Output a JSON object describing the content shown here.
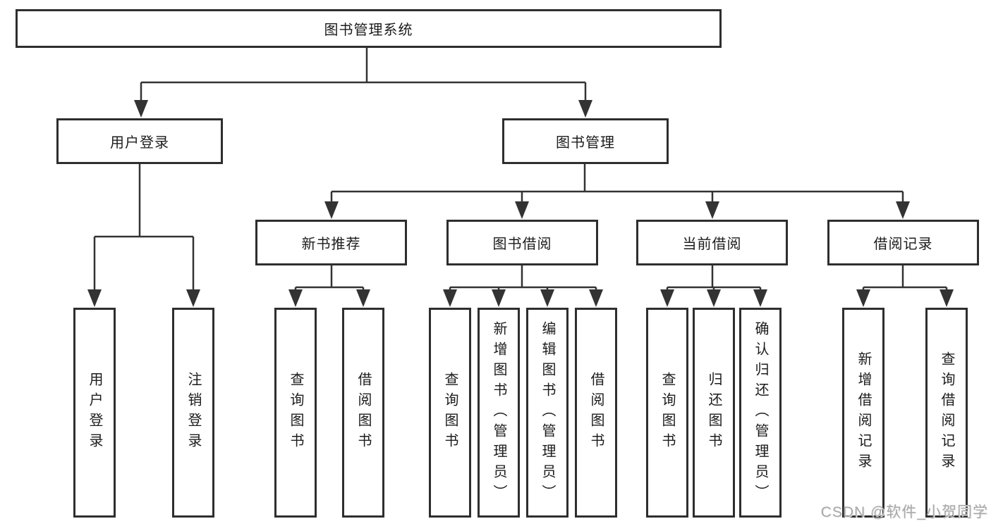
{
  "tree": {
    "root": "图书管理系统",
    "branches": [
      {
        "label": "用户登录",
        "children": [
          "用户登录",
          "注销登录"
        ]
      },
      {
        "label": "图书管理",
        "groups": [
          {
            "label": "新书推荐",
            "children": [
              "查询图书",
              "借阅图书"
            ]
          },
          {
            "label": "图书借阅",
            "children": [
              "查询图书",
              "新增图书（管理员）",
              "编辑图书（管理员）",
              "借阅图书"
            ]
          },
          {
            "label": "当前借阅",
            "children": [
              "查询图书",
              "归还图书",
              "确认归还（管理员）"
            ]
          },
          {
            "label": "借阅记录",
            "children": [
              "新增借阅记录",
              "查询借阅记录"
            ]
          }
        ]
      }
    ]
  },
  "watermark": {
    "text": "CSDN @软件_小贺同学"
  },
  "colors": {
    "line": "#333333",
    "border": "#2e2e2e",
    "text": "#1c1c1c",
    "watermark": "#a8a8a8"
  }
}
